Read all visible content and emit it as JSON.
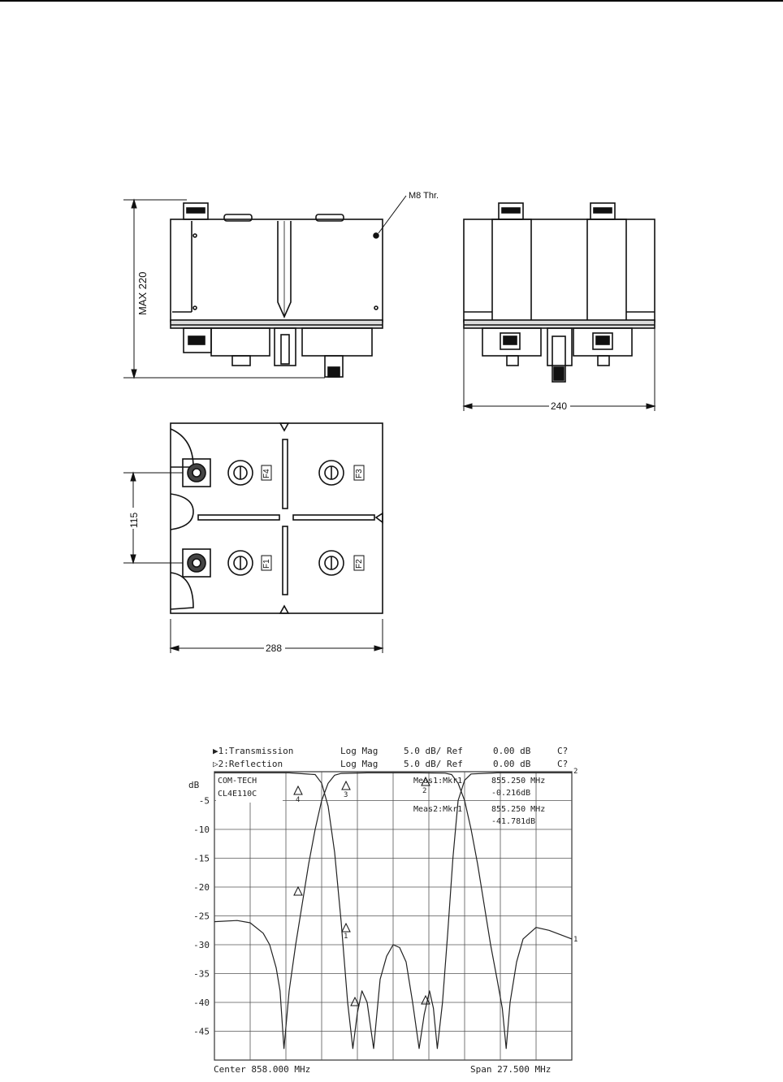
{
  "drawing": {
    "thread_label": "M8 Thr.",
    "dim_height": "MAX 220",
    "dim_side_width": "240",
    "dim_port_spacing": "115",
    "dim_base_width": "288",
    "port_labels": [
      "F4",
      "F3",
      "F1",
      "F2"
    ]
  },
  "plot": {
    "ch1_label": "▶1:Transmission",
    "ch1_format": "Log Mag",
    "ch1_scale": "5.0 dB/ Ref",
    "ch1_ref": "0.00 dB",
    "ch1_flag": "C?",
    "ch2_label": "▷2:Reflection",
    "ch2_format": "Log Mag",
    "ch2_scale": "5.0 dB/ Ref",
    "ch2_ref": "0.00 dB",
    "ch2_flag": "C?",
    "unit": "dB",
    "brand_line1": "COM-TECH",
    "brand_line2": "CL4E110C",
    "meas1_label": "Meas1:Mkr1",
    "meas1_freq": "855.250 MHz",
    "meas1_val": "-0.216dB",
    "meas2_label": "Meas2:Mkr1",
    "meas2_freq": "855.250 MHz",
    "meas2_val": "-41.781dB",
    "center": "Center 858.000 MHz",
    "span": "Span 27.500 MHz",
    "yticks": [
      "-5",
      "-10",
      "-15",
      "-20",
      "-25",
      "-30",
      "-35",
      "-40",
      "-45"
    ],
    "trace_end_labels": [
      "1",
      "2"
    ],
    "marker_labels": [
      "4",
      "3",
      "2",
      "1"
    ]
  },
  "chart_data": {
    "type": "line",
    "xlabel": "",
    "ylabel": "dB",
    "xlim": [
      844.25,
      871.75
    ],
    "ylim": [
      -50,
      0
    ],
    "grid": true,
    "series": [
      {
        "name": "1:Transmission",
        "x": [
          844.25,
          846.0,
          847.0,
          848.0,
          848.5,
          849.0,
          849.3,
          849.6,
          850.0,
          850.5,
          851.0,
          851.5,
          852.0,
          852.5,
          853.0,
          853.5,
          854.0,
          856.0,
          858.0,
          860.0,
          862.0,
          862.5,
          863.0,
          863.5,
          864.0,
          864.5,
          865.0,
          865.5,
          866.0,
          866.4,
          866.7,
          867.0,
          867.5,
          868.0,
          869.0,
          870.0,
          871.75
        ],
        "y": [
          -26,
          -25.8,
          -26.2,
          -28,
          -30,
          -34,
          -38,
          -48,
          -38,
          -30,
          -23,
          -16,
          -10,
          -5,
          -2,
          -0.6,
          -0.3,
          -0.2,
          -0.2,
          -0.2,
          -0.25,
          -0.5,
          -2,
          -5,
          -10,
          -16,
          -23,
          -30,
          -36,
          -41,
          -48,
          -40,
          -33,
          -29,
          -27,
          -27.5,
          -29
        ]
      },
      {
        "name": "2:Reflection",
        "x": [
          844.25,
          850.0,
          852.0,
          852.5,
          853.0,
          853.5,
          854.0,
          854.5,
          854.9,
          855.25,
          855.6,
          856.0,
          856.5,
          857.0,
          857.5,
          858.0,
          858.5,
          859.0,
          859.5,
          860.0,
          860.4,
          860.8,
          861.1,
          861.4,
          861.8,
          862.2,
          862.6,
          863.0,
          863.5,
          864.0,
          866.0,
          871.75
        ],
        "y": [
          -0.2,
          -0.2,
          -0.5,
          -2,
          -6,
          -14,
          -26,
          -40,
          -48,
          -41.8,
          -38,
          -40,
          -48,
          -36,
          -32,
          -30,
          -30.5,
          -33,
          -40,
          -48,
          -42,
          -38,
          -41,
          -48,
          -40,
          -28,
          -15,
          -5,
          -1.5,
          -0.4,
          -0.2,
          -0.2
        ]
      }
    ]
  }
}
